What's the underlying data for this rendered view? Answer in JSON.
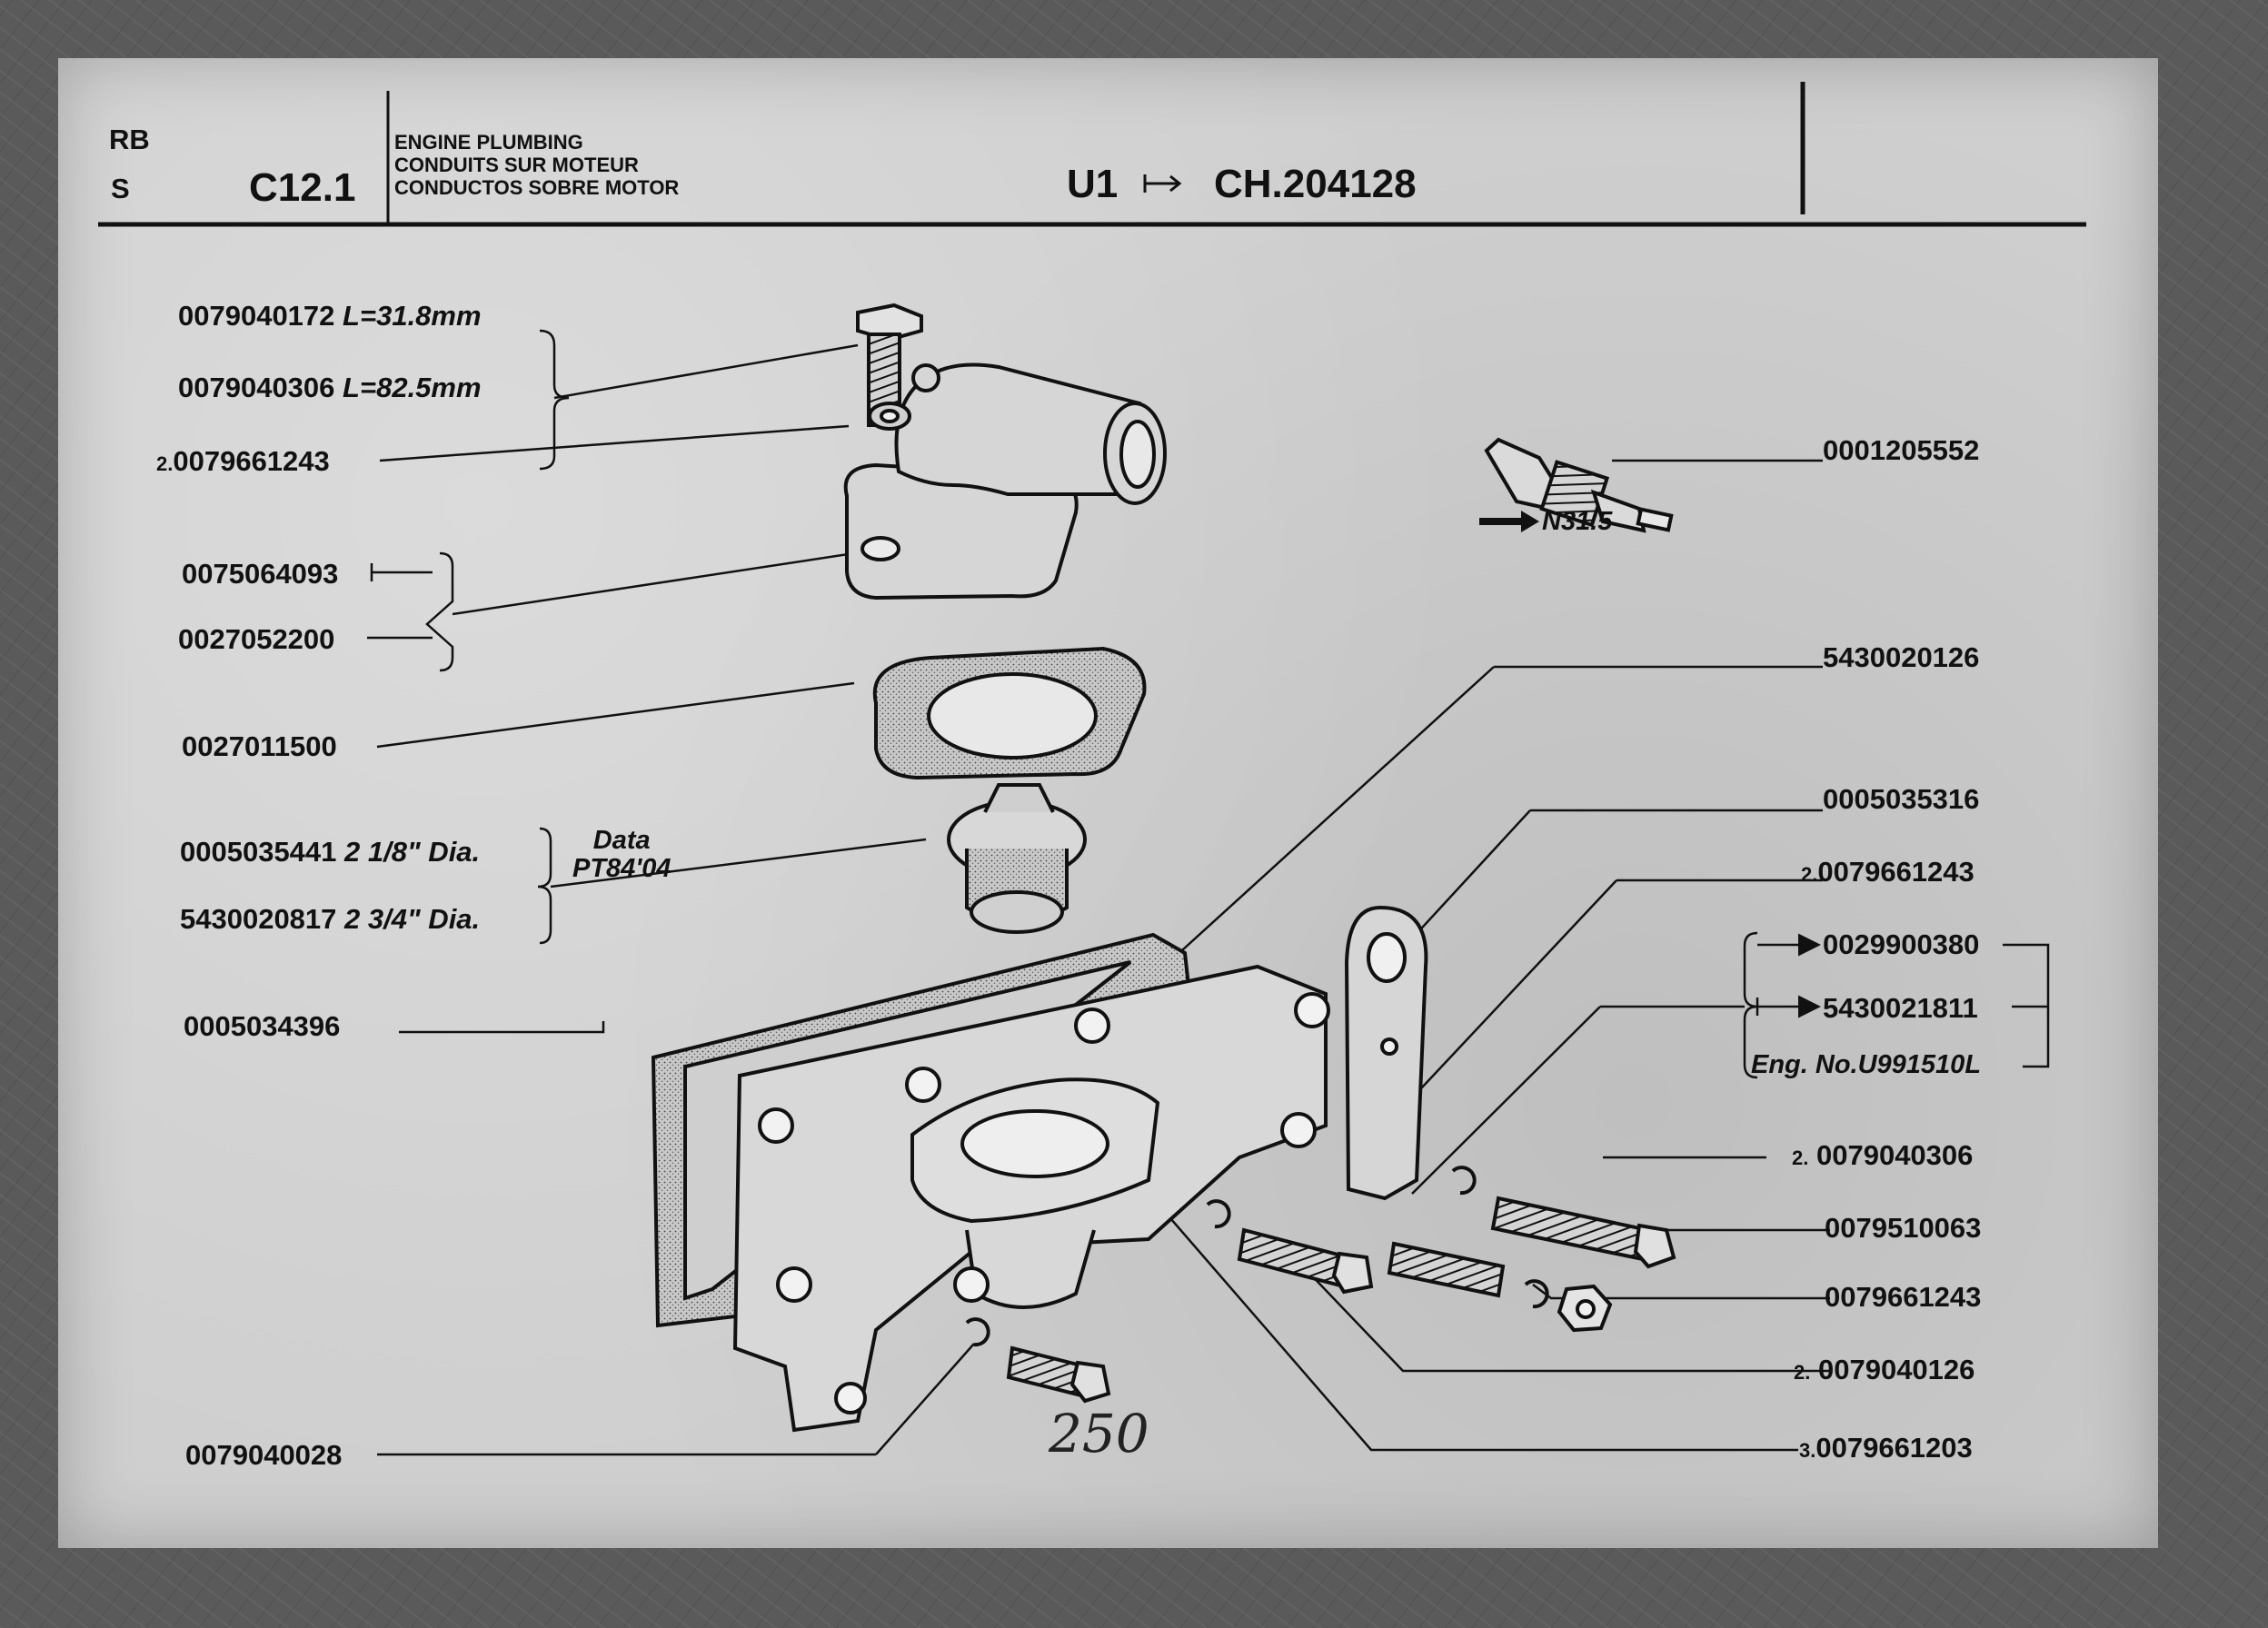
{
  "header": {
    "code_top": "RB",
    "code_bottom": "S",
    "section": "C12.1",
    "title_lines": [
      "ENGINE PLUMBING",
      "CONDUITS SUR MOTEUR",
      "CONDUCTOS SOBRE MOTOR"
    ],
    "applicability_from": "U1",
    "applicability_to": "CH.204128"
  },
  "parts_left": {
    "p1": {
      "code": "0079040172",
      "spec": "L=31.8mm"
    },
    "p2": {
      "code": "0079040306",
      "spec": "L=82.5mm"
    },
    "p3": {
      "qty": "2.",
      "code": "0079661243"
    },
    "p4": {
      "code": "0075064093"
    },
    "p5": {
      "code": "0027052200"
    },
    "p6": {
      "code": "0027011500"
    },
    "p7": {
      "code": "0005035441",
      "spec": "2 1/8\" Dia."
    },
    "p8": {
      "code": "5430020817",
      "spec": "2 3/4\" Dia."
    },
    "p7_note": [
      "Data",
      "PT84'04"
    ],
    "p9": {
      "code": "0005034396"
    },
    "p10": {
      "code": "0079040028"
    }
  },
  "parts_right": {
    "r1": {
      "code": "0001205552",
      "note": "N31.5"
    },
    "r2": {
      "code": "5430020126"
    },
    "r3": {
      "code": "0005035316"
    },
    "r4": {
      "qty": "2.",
      "code": "0079661243"
    },
    "r5": {
      "code": "0029900380"
    },
    "r6": {
      "code": "5430021811"
    },
    "r56_note": "Eng. No.U991510L",
    "r7": {
      "qty": "2.",
      "code": "0079040306"
    },
    "r8": {
      "code": "0079510063"
    },
    "r9": {
      "code": "0079661243"
    },
    "r10": {
      "qty": "2.",
      "code": "0079040126"
    },
    "r11": {
      "qty": "3.",
      "code": "0079661203"
    }
  },
  "handwritten_note": "250",
  "colors": {
    "paper": "#cfcfcf",
    "ink": "#111111",
    "scan_background": "#5a5a5a"
  }
}
